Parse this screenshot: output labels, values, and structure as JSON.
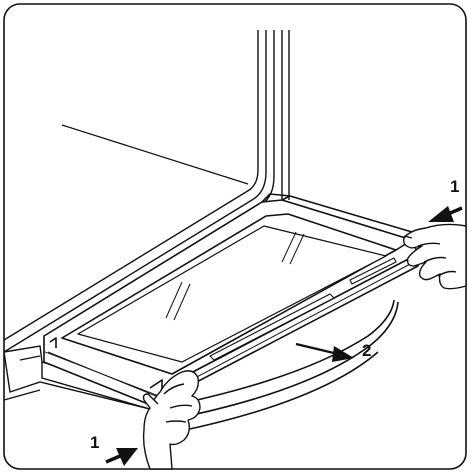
{
  "colors": {
    "line": "#111111",
    "paper": "#ffffff",
    "glass": "#ffffff",
    "frame": "#ffffff"
  },
  "labels": {
    "press_right": "1",
    "press_left": "1",
    "pull_out": "2"
  },
  "icons": {
    "arrow": "arrow-icon",
    "hand": "hand-icon"
  }
}
